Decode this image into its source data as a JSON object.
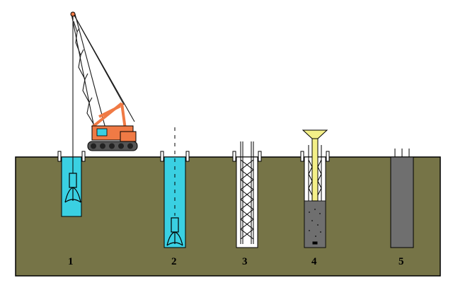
{
  "diagram": {
    "steps": [
      {
        "label": "1",
        "description_hidden": false
      },
      {
        "label": "2"
      },
      {
        "label": "3"
      },
      {
        "label": "4"
      },
      {
        "label": "5"
      }
    ]
  },
  "colors": {
    "soil": "#767447",
    "slurry": "#3ad0e2",
    "crane_orange": "#f07a45",
    "crane_lattice": "#1a1a1a",
    "concrete": "#6f6f6f",
    "tremie": "#f4f088",
    "background": "#ffffff"
  }
}
